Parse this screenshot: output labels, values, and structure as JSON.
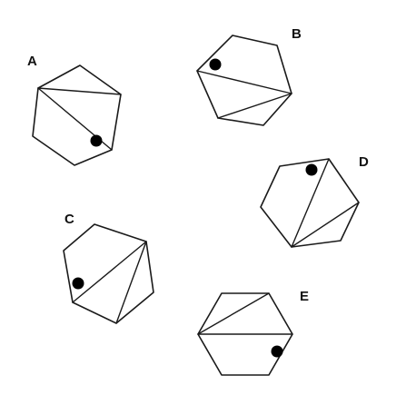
{
  "figure": {
    "options": [
      {
        "id": "a",
        "label": "A"
      },
      {
        "id": "b",
        "label": "B"
      },
      {
        "id": "c",
        "label": "C"
      },
      {
        "id": "d",
        "label": "D"
      },
      {
        "id": "e",
        "label": "E"
      }
    ],
    "colors": {
      "ink": "#1a1a1a",
      "dot": "#000000",
      "background": "#ffffff"
    }
  }
}
